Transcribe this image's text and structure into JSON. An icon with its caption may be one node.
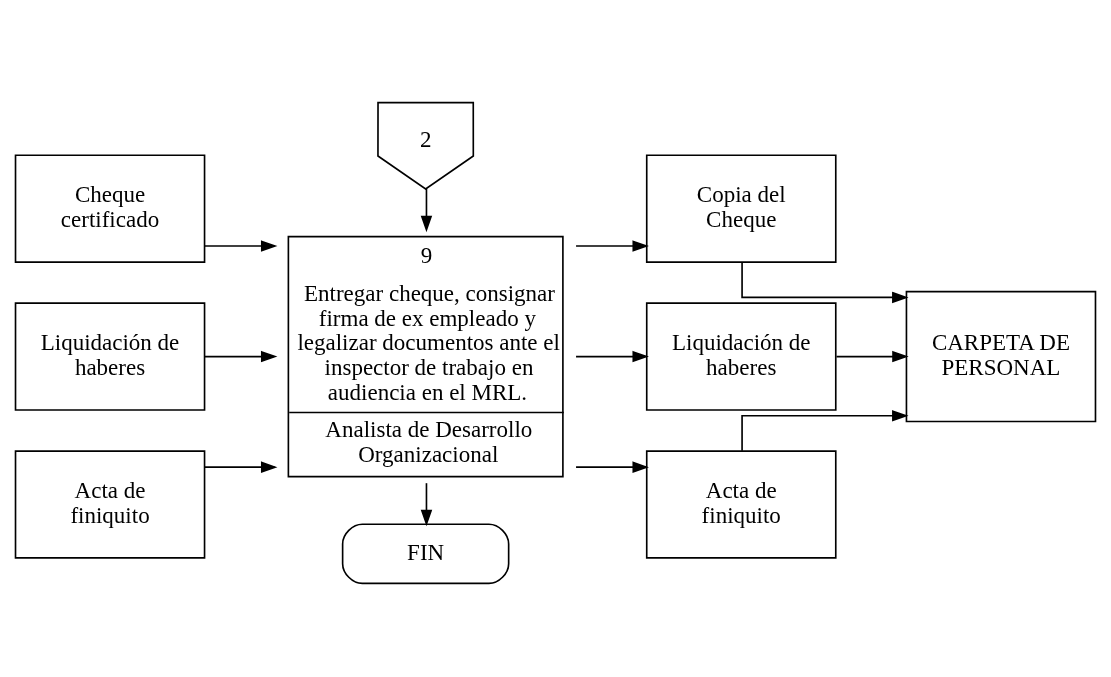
{
  "diagram": {
    "nodes": [
      {
        "text": [
          "2"
        ]
      },
      {
        "text": [
          "Cheque certificado"
        ]
      },
      {
        "text": [
          "Liquidación de haberes"
        ]
      },
      {
        "text": [
          "Acta de finiquito"
        ]
      },
      {
        "text": [
          "9",
          "Entregar cheque, consignar firma de ex empleado y legalizar documentos ante el inspector de trabajo en audiencia en el MRL.",
          "Analista de Desarrollo Organizacional"
        ]
      },
      {
        "text": [
          "Copia del Cheque"
        ]
      },
      {
        "text": [
          "Liquidación de haberes"
        ]
      },
      {
        "text": [
          "Acta de finiquito"
        ]
      },
      {
        "text": [
          "CARPETA DE PERSONAL"
        ]
      },
      {
        "text": [
          "FIN"
        ]
      }
    ],
    "edges": [
      {
        "from": 0,
        "to": 4,
        "arrow": "to"
      },
      {
        "from": 1,
        "to": 4,
        "arrow": "to"
      },
      {
        "from": 2,
        "to": 4,
        "arrow": "to"
      },
      {
        "from": 3,
        "to": 4,
        "arrow": "to"
      },
      {
        "from": 4,
        "to": 5,
        "arrow": "to"
      },
      {
        "from": 4,
        "to": 6,
        "arrow": "to"
      },
      {
        "from": 4,
        "to": 7,
        "arrow": "to"
      },
      {
        "from": 5,
        "to": 8,
        "arrow": "to"
      },
      {
        "from": 6,
        "to": 8,
        "arrow": "to"
      },
      {
        "from": 7,
        "to": 8,
        "arrow": "to"
      },
      {
        "from": 4,
        "to": 9,
        "arrow": "to"
      }
    ]
  }
}
